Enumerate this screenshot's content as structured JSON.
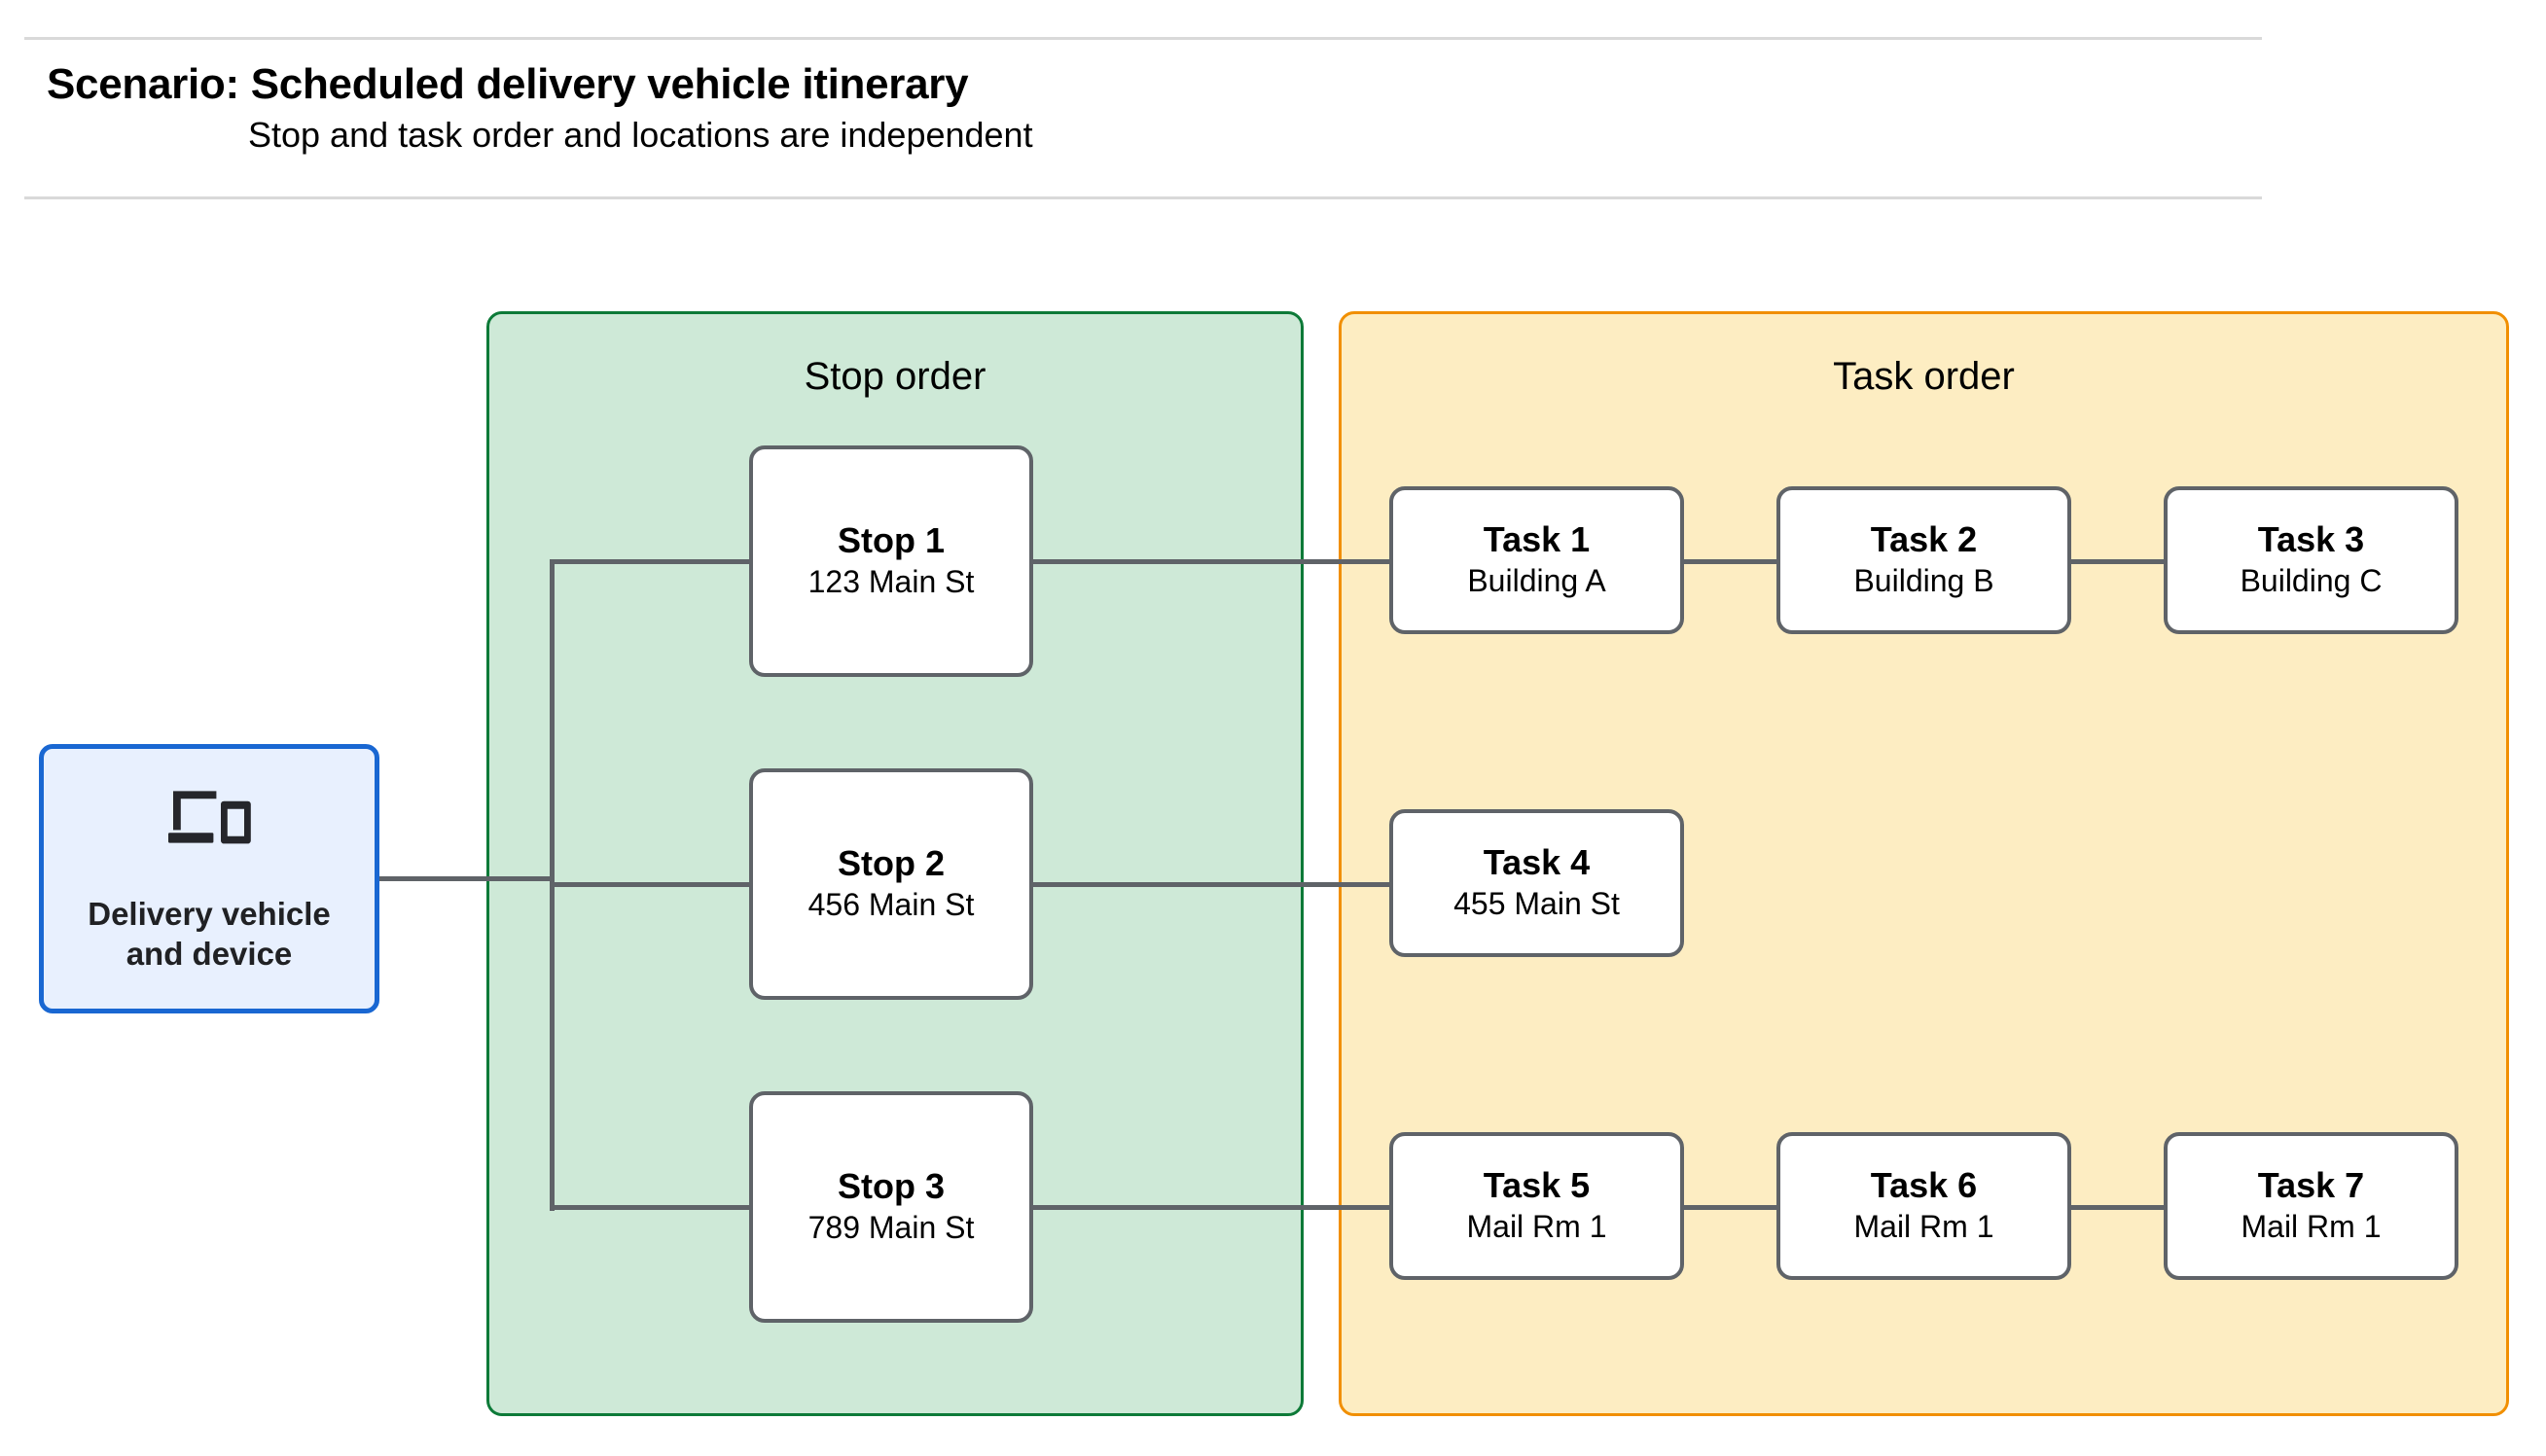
{
  "header": {
    "title": "Scenario: Scheduled delivery vehicle itinerary",
    "subtitle": "Stop and task order and locations are independent"
  },
  "vehicle": {
    "icon": "devices-icon",
    "label_line1": "Delivery vehicle",
    "label_line2": "and device",
    "border_color": "#1967d2",
    "fill_color": "#e8f0fe"
  },
  "stop_panel": {
    "title": "Stop order",
    "border_color": "#0d7a38",
    "fill_color": "#cee9d7",
    "stops": [
      {
        "name": "Stop 1",
        "location": "123 Main St"
      },
      {
        "name": "Stop 2",
        "location": "456 Main St"
      },
      {
        "name": "Stop 3",
        "location": "789 Main St"
      }
    ]
  },
  "task_panel": {
    "title": "Task order",
    "border_color": "#f18f01",
    "fill_color": "#fdedc2",
    "rows": [
      {
        "tasks": [
          {
            "name": "Task 1",
            "location": "Building A"
          },
          {
            "name": "Task 2",
            "location": "Building B"
          },
          {
            "name": "Task 3",
            "location": "Building C"
          }
        ]
      },
      {
        "tasks": [
          {
            "name": "Task 4",
            "location": "455 Main St"
          }
        ]
      },
      {
        "tasks": [
          {
            "name": "Task 5",
            "location": "Mail Rm 1"
          },
          {
            "name": "Task 6",
            "location": "Mail Rm 1"
          },
          {
            "name": "Task 7",
            "location": "Mail Rm 1"
          }
        ]
      }
    ]
  },
  "node_style": {
    "border_color": "#5f6368",
    "fill_color": "#ffffff"
  },
  "connector_color": "#5f6368"
}
